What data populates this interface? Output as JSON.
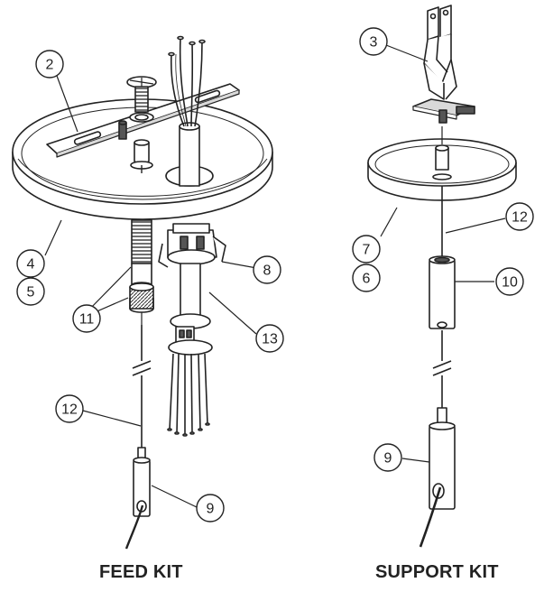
{
  "kits": {
    "feed": {
      "title": "FEED KIT"
    },
    "support": {
      "title": "SUPPORT KIT"
    }
  },
  "callouts": {
    "c2": "2",
    "c3": "3",
    "c4": "4",
    "c5": "5",
    "c6": "6",
    "c7": "7",
    "c8": "8",
    "c9a": "9",
    "c9b": "9",
    "c10": "10",
    "c11": "11",
    "c12a": "12",
    "c12b": "12",
    "c13": "13"
  },
  "colors": {
    "line": "#222222",
    "fill": "#ffffff",
    "shade": "#d9d9d9",
    "dark": "#555555"
  }
}
